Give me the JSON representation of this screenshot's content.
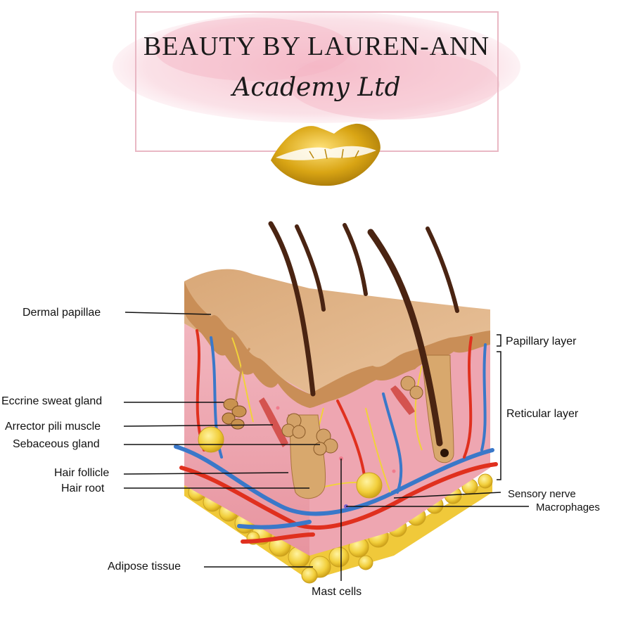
{
  "brand": {
    "line1": "BEAUTY BY LAUREN-ANN",
    "line2": "Academy Ltd",
    "lips_icon": "gold-glitter-lips",
    "accent": "#f2b8c6",
    "gold": "#d4a017"
  },
  "labels": {
    "dermal_papillae": "Dermal papillae",
    "eccrine_sweat_gland": "Eccrine sweat gland",
    "arrector_pili_muscle": "Arrector pili muscle",
    "sebaceous_gland": "Sebaceous gland",
    "hair_follicle": "Hair follicle",
    "hair_root": "Hair root",
    "adipose_tissue": "Adipose tissue",
    "mast_cells": "Mast cells",
    "papillary_layer": "Papillary layer",
    "reticular_layer": "Reticular layer",
    "sensory_nerve": "Sensory nerve",
    "macrophages": "Macrophages"
  }
}
